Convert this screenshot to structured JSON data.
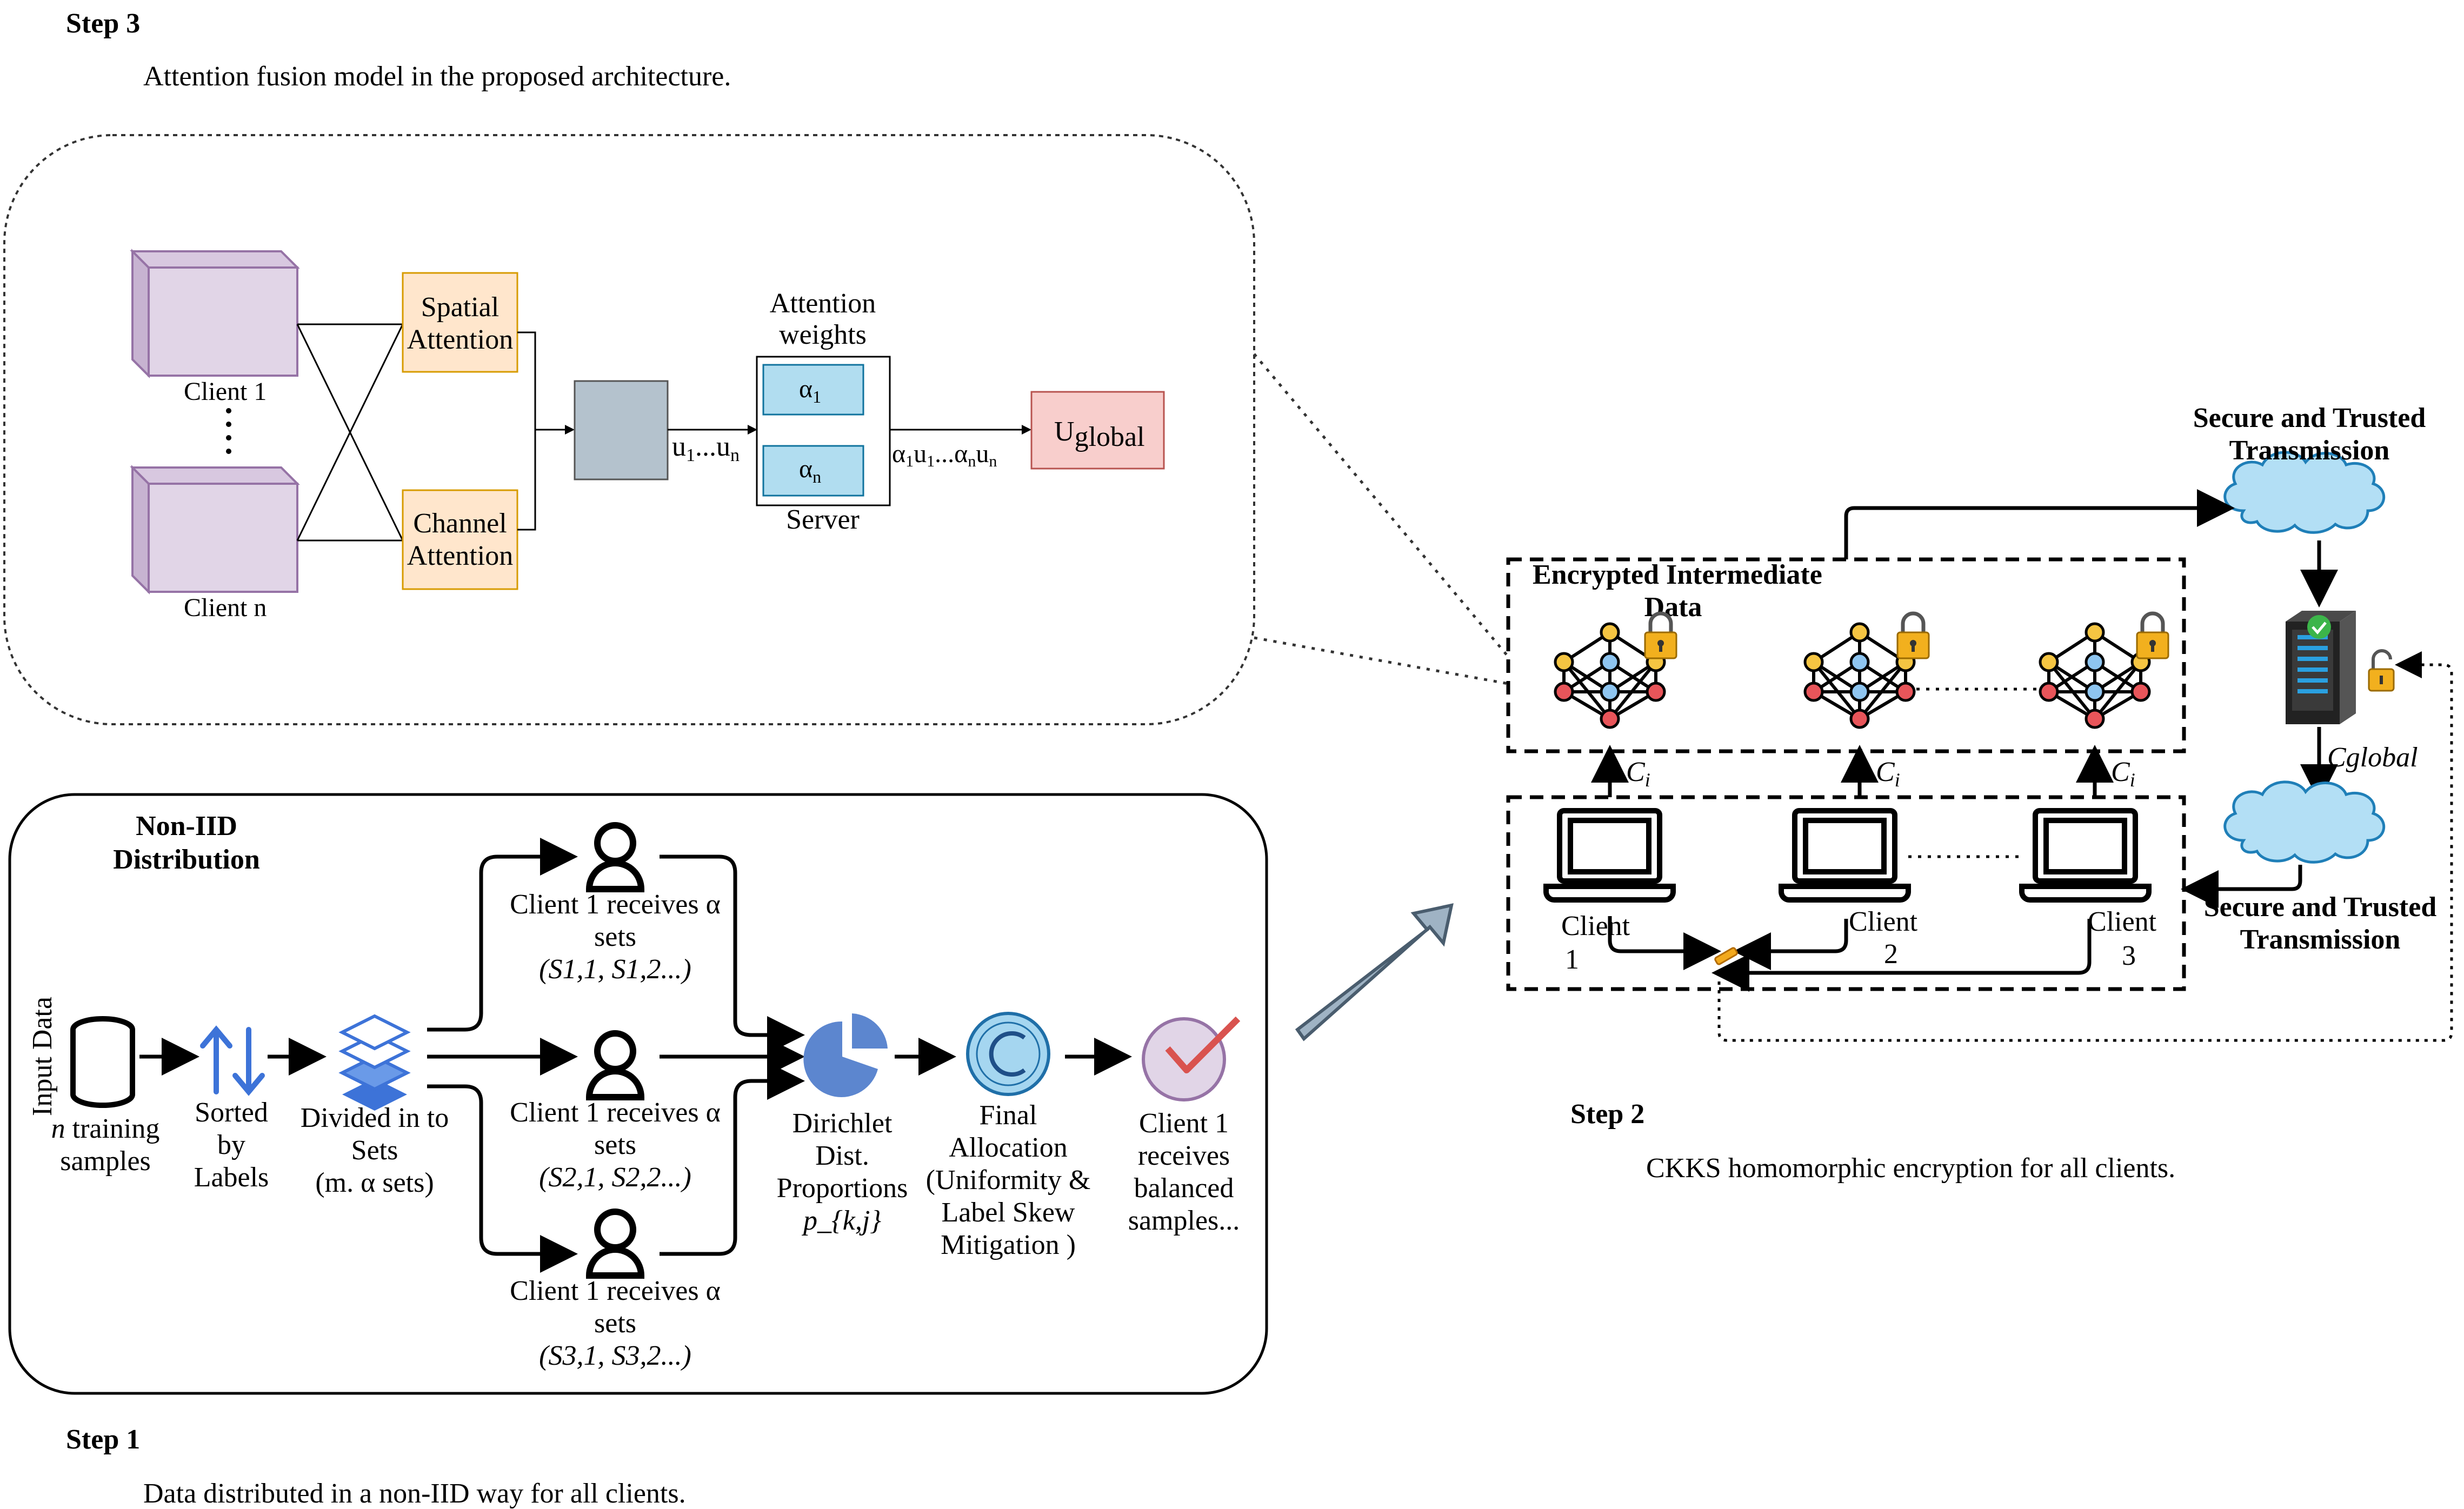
{
  "step3": {
    "heading": "Step 3",
    "caption": "Attention fusion model in the proposed architecture.",
    "client1": "Client 1",
    "clientn": "Client n",
    "dots": ".",
    "spatial1": "Spatial",
    "spatial2": "Attention",
    "channel1": "Channel",
    "channel2": "Attention",
    "attn_weights1": "Attention",
    "attn_weights2": "weights",
    "alpha1": "α",
    "alpha1_sub": "1",
    "alphan": "α",
    "alphan_sub": "n",
    "server": "Server",
    "u_seq": "u",
    "u_sub1": "1",
    "u_mid": "...u",
    "u_subn": "n",
    "au_seq": "α",
    "au_sub1": "1",
    "au_u": "u",
    "au_sub1b": "1",
    "au_mid": "...α",
    "au_subn": "n",
    "au_u2": "u",
    "au_subn2": "n",
    "uglobal": "U",
    "uglobal_sub": "global"
  },
  "step1": {
    "heading": "Step 1",
    "caption": "Data distributed in a non-IID way for all clients.",
    "box_title1": "Non-IID",
    "box_title2": "Distribution",
    "input_data": "Input Data",
    "training1_italic": "n",
    "training1_rest": " training",
    "training2": "samples",
    "sorted1": "Sorted",
    "sorted2": "by",
    "sorted3": "Labels",
    "divided1": "Divided in to",
    "divided2": "Sets",
    "divided3": "(m. α sets)",
    "client_a1": "Client 1 receives α",
    "client_a2": "sets",
    "client_a3": "(S1,1, S1,2...)",
    "client_b1": "Client 1 receives α",
    "client_b2": "sets",
    "client_b3": "(S2,1, S2,2...)",
    "client_c1": "Client 1 receives α",
    "client_c2": "sets",
    "client_c3": "(S3,1, S3,2...)",
    "dirichlet1": "Dirichlet",
    "dirichlet2": "Dist.",
    "dirichlet3": "Proportions",
    "dirichlet4": "p_{k,j}",
    "final1": "Final",
    "final2": "Allocation",
    "final3": "(Uniformity &",
    "final4": "Label Skew",
    "final5": "Mitigation )",
    "receives1": "Client 1",
    "receives2": "receives",
    "receives3": "balanced",
    "receives4": "samples..."
  },
  "step2": {
    "heading": "Step 2",
    "caption": "CKKS homomorphic encryption for all clients.",
    "encrypted1": "Encrypted Intermediate",
    "encrypted2": "Data",
    "secure_top1": "Secure and Trusted",
    "secure_top2": "Transmission",
    "secure_bot1": "Secure and Trusted",
    "secure_bot2": "Transmission",
    "cglobal": "Cglobal",
    "ci": "C",
    "ci_sub": "i",
    "client1a": "Client",
    "client1b": "1",
    "client2a": "Client",
    "client2b": "2",
    "client3a": "Client",
    "client3b": "3"
  },
  "colors": {
    "cube_face": "#e1d5e7",
    "cube_stroke": "#9673a6",
    "attention_fill": "#ffe6cc",
    "attention_stroke": "#d79b00",
    "alpha_fill": "#b1ddf0",
    "alpha_stroke": "#10739e",
    "fusion_block": "#b4c2cd",
    "uglobal_fill": "#f8cecc",
    "uglobal_stroke": "#b85450",
    "cloud_fill": "#b3dff5",
    "cloud_stroke": "#1f7fb8",
    "accent_blue": "#3d73d8",
    "pie_blue": "#5c86cf"
  }
}
